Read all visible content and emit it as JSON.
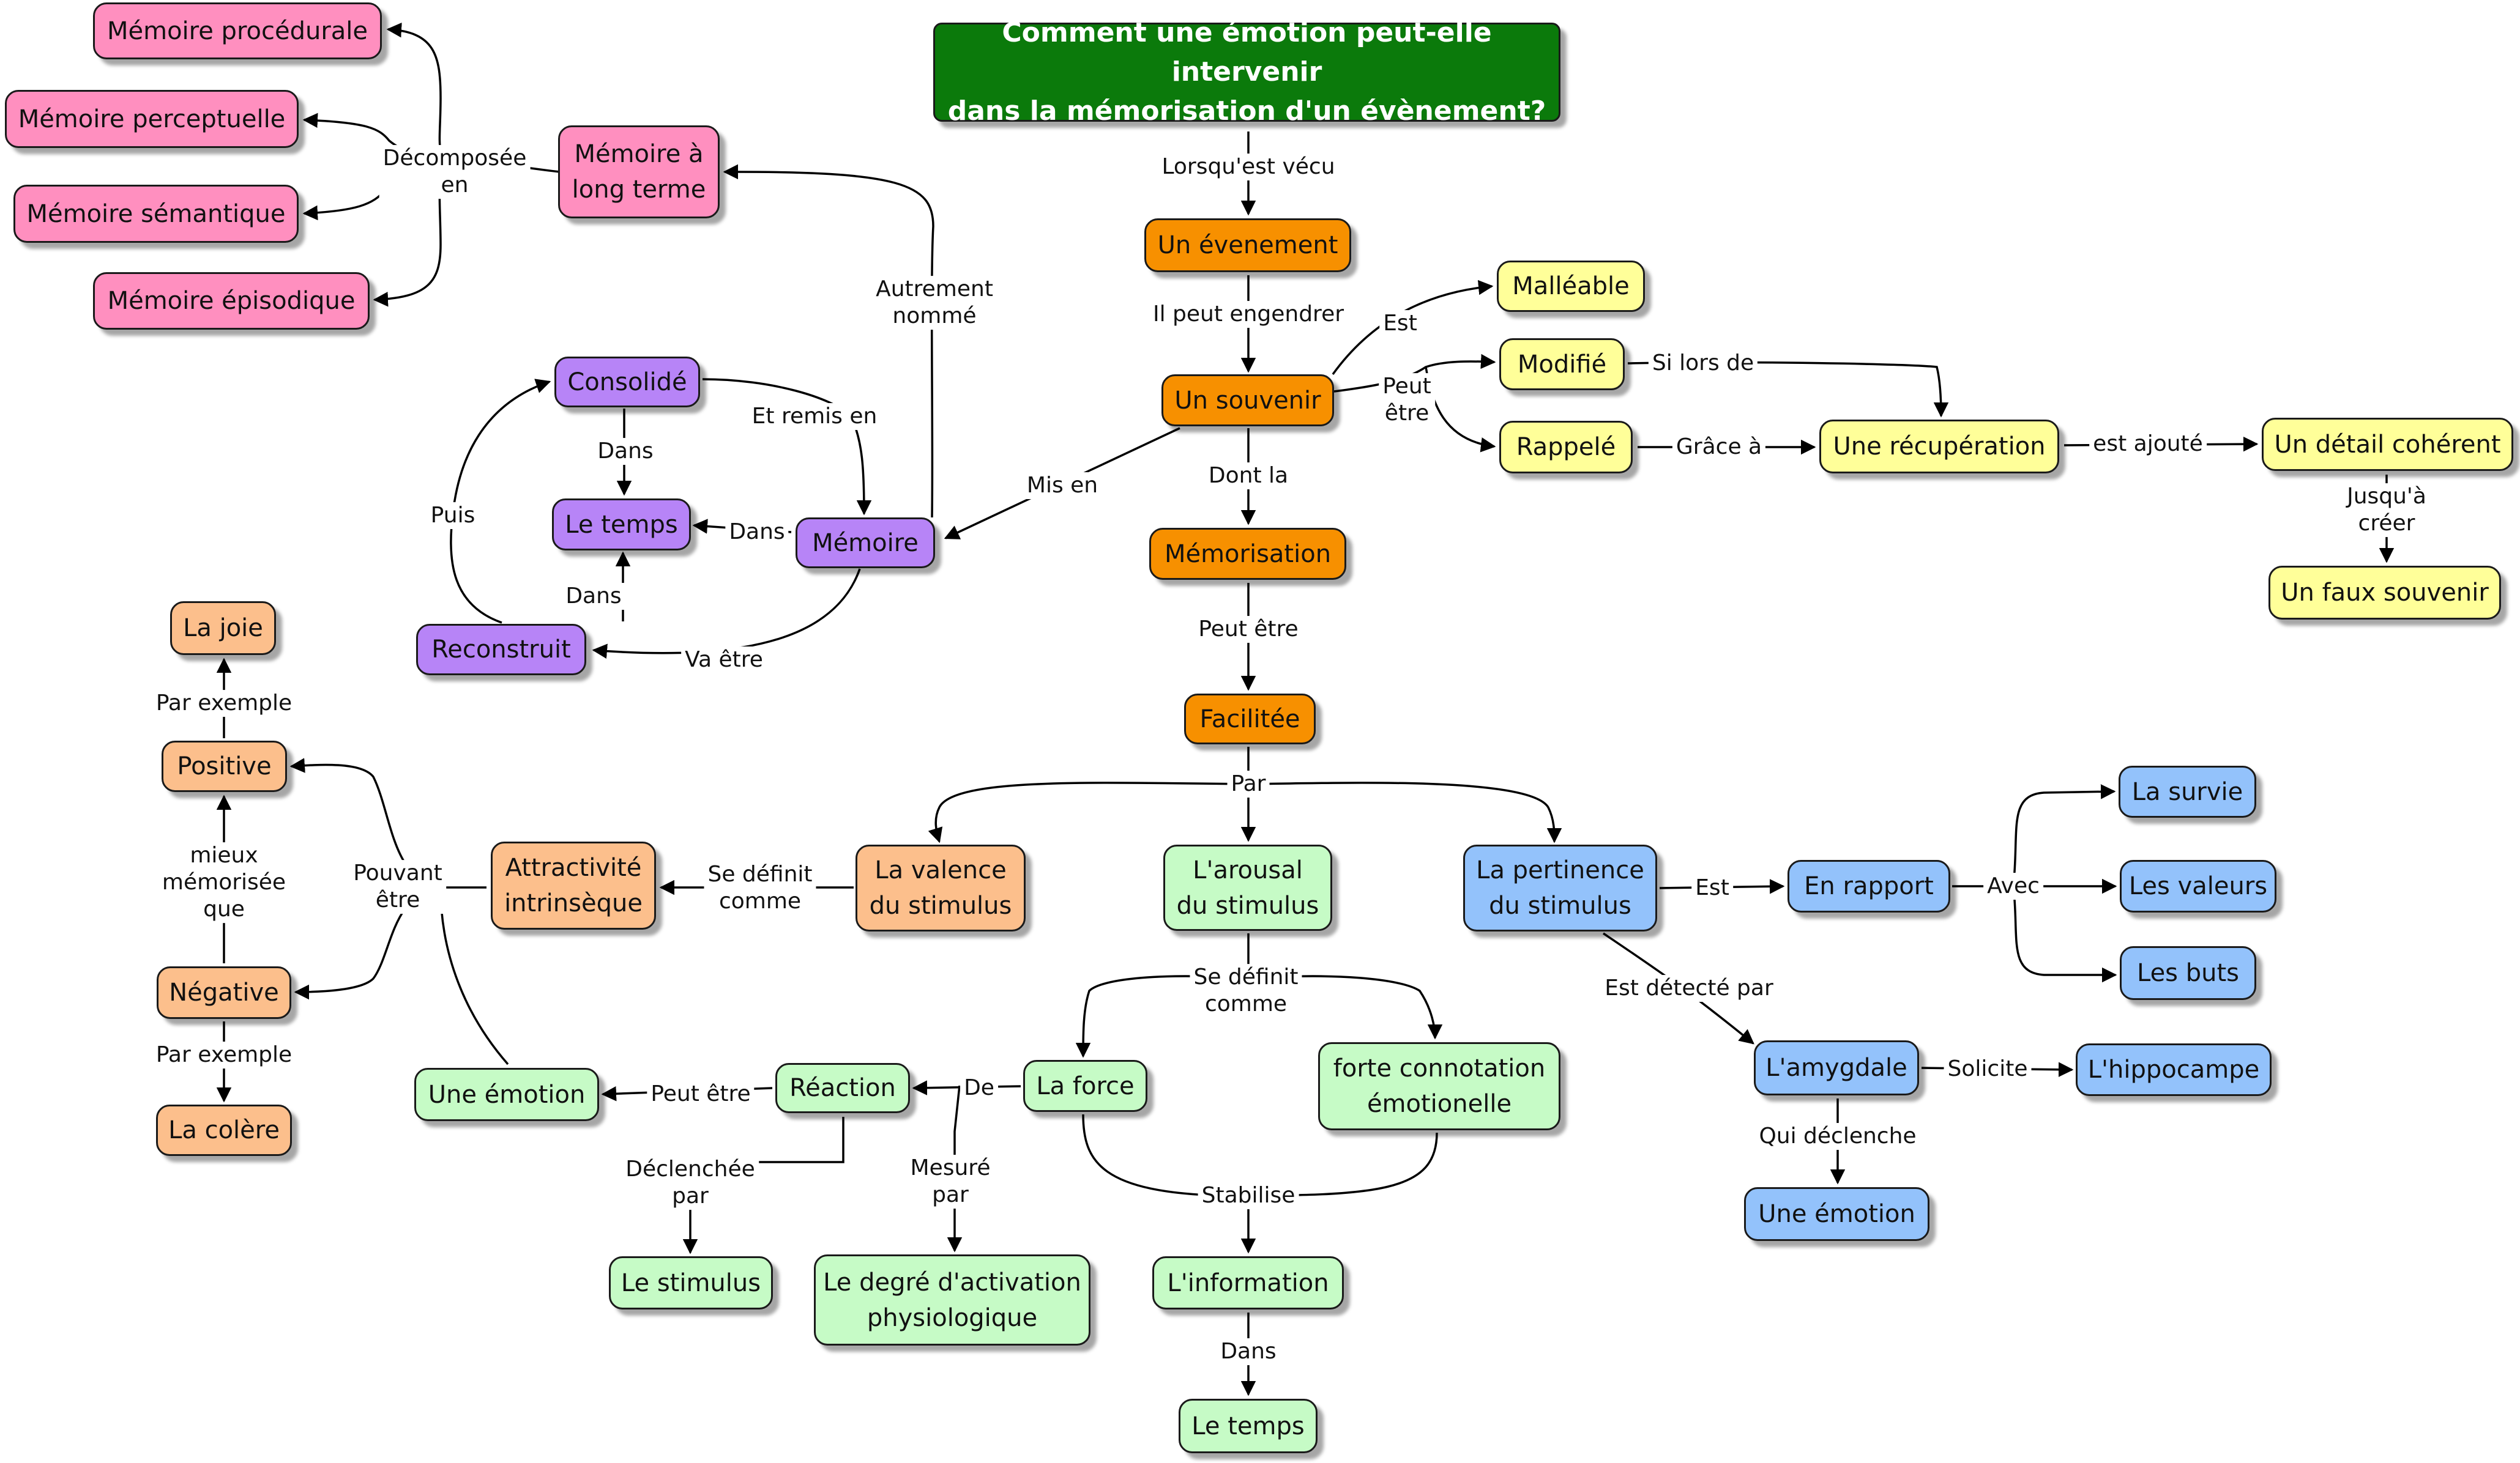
{
  "colors": {
    "green_dark": "#0b7a0b",
    "orange": "#f79000",
    "yellow": "#ffff99",
    "purple": "#b784f7",
    "pink": "#ff8fbf",
    "peach": "#fcbf8c",
    "light_green": "#c6fbc6",
    "blue": "#93c2fb"
  },
  "nodes": {
    "title": "Comment une émotion peut-elle intervenir\ndans la mémorisation d'un évènement?",
    "evenement": "Un évenement",
    "souvenir": "Un souvenir",
    "memorisation": "Mémorisation",
    "facilitee": "Facilitée",
    "malleable": "Malléable",
    "modifie": "Modifié",
    "rappele": "Rappelé",
    "recuperation": "Une récupération",
    "detail_coherent": "Un détail cohérent",
    "faux_souvenir": "Un faux souvenir",
    "memoire": "Mémoire",
    "consolide": "Consolidé",
    "le_temps_1": "Le temps",
    "reconstruit": "Reconstruit",
    "memoire_long_terme": "Mémoire à\nlong terme",
    "mem_procedurale": "Mémoire procédurale",
    "mem_perceptuelle": "Mémoire perceptuelle",
    "mem_semantique": "Mémoire sémantique",
    "mem_episodique": "Mémoire épisodique",
    "valence": "La valence\ndu stimulus",
    "attractivite": "Attractivité\nintrinsèque",
    "positive": "Positive",
    "negative": "Négative",
    "la_joie": "La joie",
    "la_colere": "La colère",
    "une_emotion_1": "Une émotion",
    "arousal": "L'arousal\ndu stimulus",
    "la_force": "La force",
    "reaction": "Réaction",
    "le_stimulus": "Le stimulus",
    "degre_activation": "Le degré d'activation\nphysiologique",
    "forte_connotation": "forte connotation\némotionelle",
    "information": "L'information",
    "le_temps_2": "Le temps",
    "pertinence": "La pertinence\ndu stimulus",
    "en_rapport": "En rapport",
    "la_survie": "La survie",
    "les_valeurs": "Les valeurs",
    "les_buts": "Les buts",
    "amygdale": "L'amygdale",
    "hippocampe": "L'hippocampe",
    "une_emotion_2": "Une émotion"
  },
  "links": {
    "lorsqu_est_vecu": "Lorsqu'est vécu",
    "il_peut_engendrer": "Il peut engendrer",
    "est_1": "Est",
    "peut_etre_1": "Peut\nêtre",
    "si_lors_de": "Si lors de",
    "grace_a": "Grâce à",
    "est_ajoute": "est ajouté",
    "jusqu_a_creer": "Jusqu'à créer",
    "dont_la": "Dont la",
    "mis_en": "Mis en",
    "autrement_nomme": "Autrement\nnommé",
    "decomposee_en": "Décomposée\nen",
    "et_remis_en": "Et remis en",
    "dans_1": "Dans",
    "dans_2": "Dans",
    "dans_3": "Dans",
    "puis": "Puis",
    "va_etre": "Va être",
    "peut_etre_2": "Peut être",
    "par": "Par",
    "se_definit_comme_1": "Se définit\ncomme",
    "pouvant_etre": "Pouvant\nêtre",
    "par_exemple_1": "Par exemple",
    "mieux_memorisee_que": "mieux\nmémorisée\nque",
    "par_exemple_2": "Par exemple",
    "se_definit_comme_2": "Se définit\ncomme",
    "de": "De",
    "peut_etre_3": "Peut être",
    "declenchee_par": "Déclenchée\npar",
    "mesure_par": "Mesuré\npar",
    "stabilise": "Stabilise",
    "dans_4": "Dans",
    "est_2": "Est",
    "avec": "Avec",
    "est_detecte_par": "Est détecté par",
    "solicite": "Solicite",
    "qui_declenche": "Qui déclenche"
  }
}
